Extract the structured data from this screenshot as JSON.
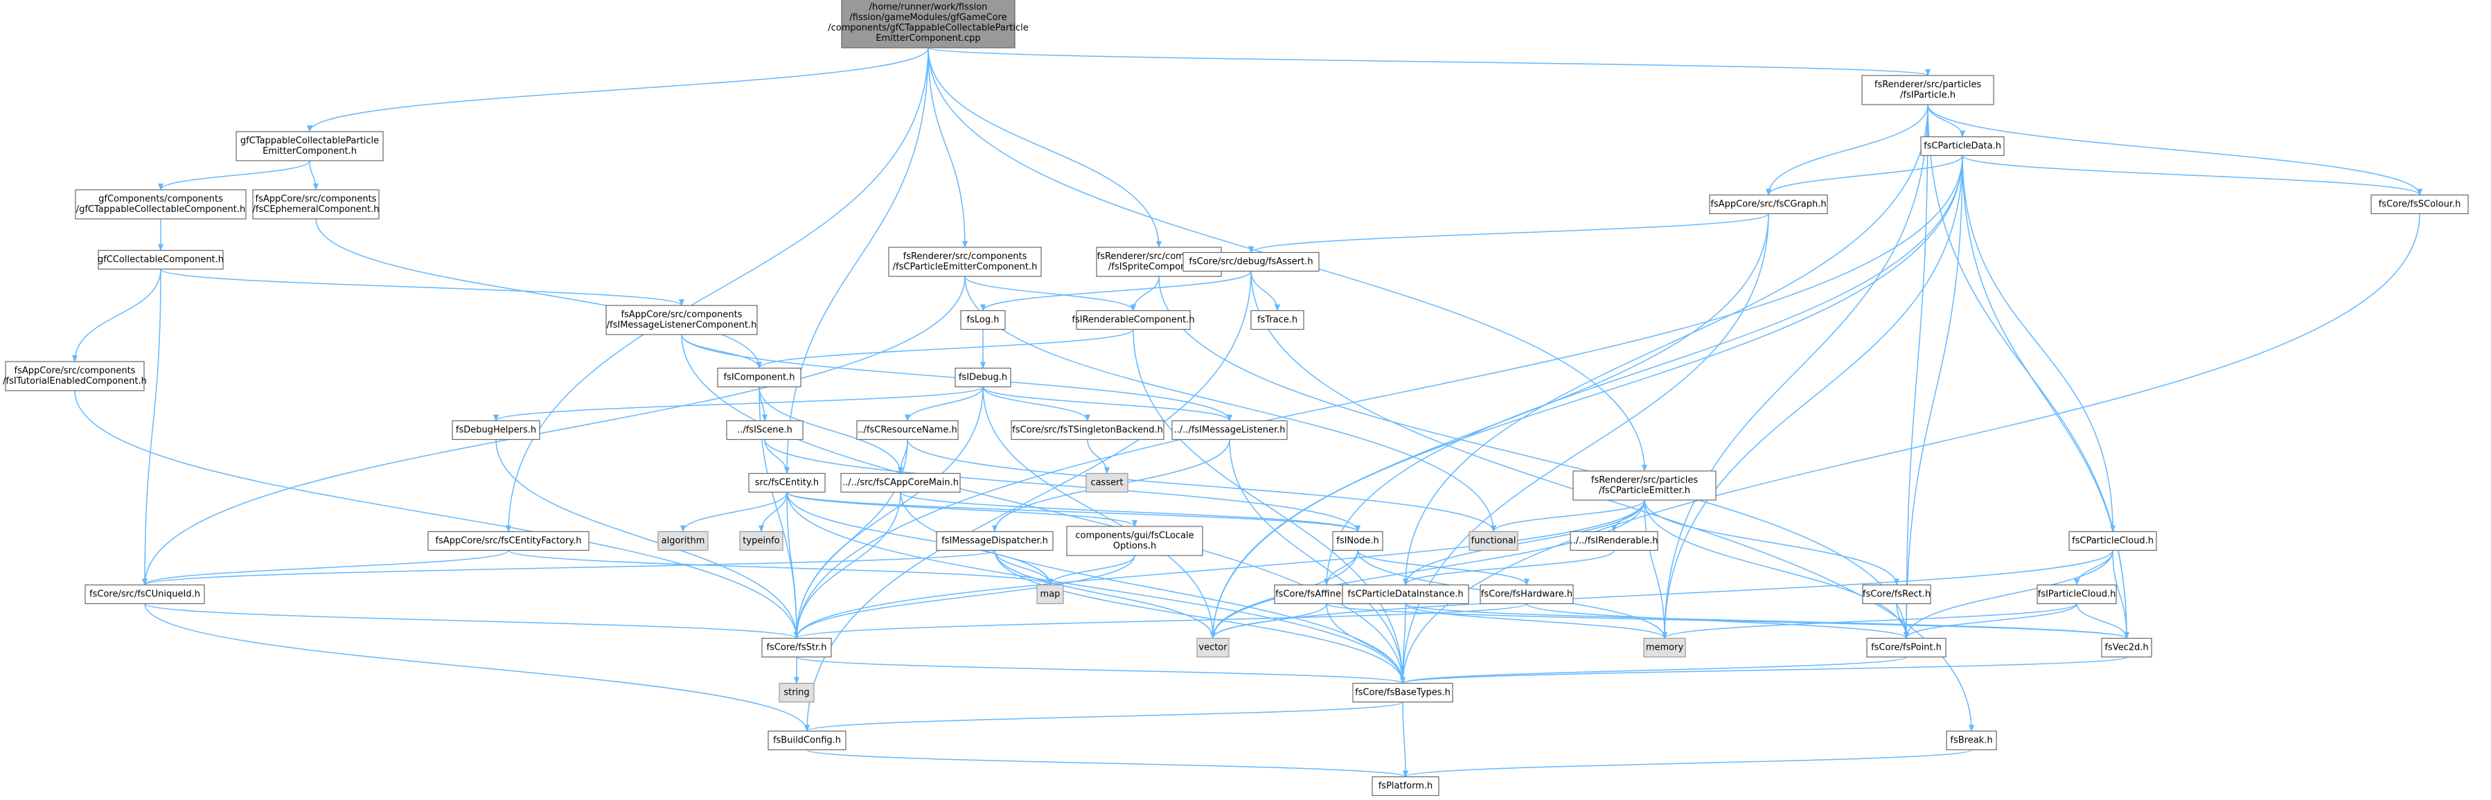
{
  "diagram": {
    "nodes": [
      {
        "id": "root",
        "lines": [
          "/home/runner/work/fission",
          "/fission/gameModules/gfGameCore",
          "/components/gfCTappableCollectableParticle",
          "EmitterComponent.cpp"
        ],
        "style": "root"
      },
      {
        "id": "n_gfctappable_emitter",
        "lines": [
          "gfCTappableCollectableParticle",
          "EmitterComponent.h"
        ]
      },
      {
        "id": "n_gfcomp_tappable",
        "lines": [
          "gfComponents/components",
          "/gfCTappableCollectableComponent.h"
        ]
      },
      {
        "id": "n_fsappcore_ephemeral",
        "lines": [
          "fsAppCore/src/components",
          "/fsCEphemeralComponent.h"
        ]
      },
      {
        "id": "n_gfcollectable",
        "lines": [
          "gfCCollectableComponent.h"
        ]
      },
      {
        "id": "n_fstutorial",
        "lines": [
          "fsAppCore/src/components",
          "/fsITutorialEnabledComponent.h"
        ]
      },
      {
        "id": "n_fsmsglistenercomp",
        "lines": [
          "fsAppCore/src/components",
          "/fsIMessageListenerComponent.h"
        ]
      },
      {
        "id": "n_fsparticleemittercomp",
        "lines": [
          "fsRenderer/src/components",
          "/fsCParticleEmitterComponent.h"
        ]
      },
      {
        "id": "n_fsspritecomp",
        "lines": [
          "fsRenderer/src/components",
          "/fsISpriteComponent.h"
        ]
      },
      {
        "id": "n_fsparticle",
        "lines": [
          "fsRenderer/src/particles",
          "/fsIParticle.h"
        ]
      },
      {
        "id": "n_fscparticledata",
        "lines": [
          "fsCParticleData.h"
        ]
      },
      {
        "id": "n_fscgraph",
        "lines": [
          "fsAppCore/src/fsCGraph.h"
        ]
      },
      {
        "id": "n_fsscolour",
        "lines": [
          "fsCore/fsSColour.h"
        ]
      },
      {
        "id": "n_fsassert",
        "lines": [
          "fsCore/src/debug/fsAssert.h"
        ]
      },
      {
        "id": "n_fslog",
        "lines": [
          "fsLog.h"
        ]
      },
      {
        "id": "n_fstrace",
        "lines": [
          "fsTrace.h"
        ]
      },
      {
        "id": "n_fsirenderablecomp",
        "lines": [
          "fsIRenderableComponent.h"
        ]
      },
      {
        "id": "n_fsicomponent",
        "lines": [
          "fsIComponent.h"
        ]
      },
      {
        "id": "n_fsidebug",
        "lines": [
          "fsIDebug.h"
        ]
      },
      {
        "id": "n_fsdebughelpers",
        "lines": [
          "fsDebugHelpers.h"
        ]
      },
      {
        "id": "n_fsiscene",
        "lines": [
          "../fsIScene.h"
        ]
      },
      {
        "id": "n_fscresourcename",
        "lines": [
          "../fsCResourceName.h"
        ]
      },
      {
        "id": "n_fstsingleton",
        "lines": [
          "fsCore/src/fsTSingletonBackend.h"
        ]
      },
      {
        "id": "n_fsimessagelistener",
        "lines": [
          "../../fsIMessageListener.h"
        ]
      },
      {
        "id": "n_cassert",
        "lines": [
          "cassert"
        ],
        "style": "gray"
      },
      {
        "id": "n_fscentity",
        "lines": [
          "src/fsCEntity.h"
        ]
      },
      {
        "id": "n_fscappcoremain",
        "lines": [
          "../../src/fsCAppCoreMain.h"
        ]
      },
      {
        "id": "n_fsparticleemitter",
        "lines": [
          "fsRenderer/src/particles",
          "/fsCParticleEmitter.h"
        ]
      },
      {
        "id": "n_fsirenderable",
        "lines": [
          "../../fsIRenderable.h"
        ]
      },
      {
        "id": "n_functional",
        "lines": [
          "functional"
        ],
        "style": "gray"
      },
      {
        "id": "n_algorithm",
        "lines": [
          "algorithm"
        ],
        "style": "gray"
      },
      {
        "id": "n_typeinfo",
        "lines": [
          "typeinfo"
        ],
        "style": "gray"
      },
      {
        "id": "n_fscentityfactory",
        "lines": [
          "fsAppCore/src/fsCEntityFactory.h"
        ]
      },
      {
        "id": "n_fsmessagedispatcher",
        "lines": [
          "fsIMessageDispatcher.h"
        ]
      },
      {
        "id": "n_localeoptions",
        "lines": [
          "components/gui/fsCLocale",
          "Options.h"
        ]
      },
      {
        "id": "n_fsnode",
        "lines": [
          "fsINode.h"
        ]
      },
      {
        "id": "n_fscparticlecloud",
        "lines": [
          "fsCParticleCloud.h"
        ]
      },
      {
        "id": "n_fsiparticlecloud",
        "lines": [
          "fsIParticleCloud.h"
        ]
      },
      {
        "id": "n_fscuniqueid",
        "lines": [
          "fsCore/src/fsCUniqueId.h"
        ]
      },
      {
        "id": "n_map",
        "lines": [
          "map"
        ],
        "style": "gray"
      },
      {
        "id": "n_fsaffinemtx",
        "lines": [
          "fsCore/fsAffineMtx2d.h"
        ]
      },
      {
        "id": "n_fsparticledatainst",
        "lines": [
          "fsCParticleDataInstance.h"
        ]
      },
      {
        "id": "n_fshardware",
        "lines": [
          "fsCore/fsHardware.h"
        ]
      },
      {
        "id": "n_fsrect",
        "lines": [
          "fsCore/fsRect.h"
        ]
      },
      {
        "id": "n_vector",
        "lines": [
          "vector"
        ],
        "style": "gray"
      },
      {
        "id": "n_memory",
        "lines": [
          "memory"
        ],
        "style": "gray"
      },
      {
        "id": "n_fsvec2d",
        "lines": [
          "fsVec2d.h"
        ]
      },
      {
        "id": "n_fspoint",
        "lines": [
          "fsCore/fsPoint.h"
        ]
      },
      {
        "id": "n_fsstr",
        "lines": [
          "fsCore/fsStr.h"
        ]
      },
      {
        "id": "n_string",
        "lines": [
          "string"
        ],
        "style": "gray"
      },
      {
        "id": "n_fsbasetypes",
        "lines": [
          "fsCore/fsBaseTypes.h"
        ]
      },
      {
        "id": "n_fsbuildconfig",
        "lines": [
          "fsBuildConfig.h"
        ]
      },
      {
        "id": "n_fsbreak",
        "lines": [
          "fsBreak.h"
        ]
      },
      {
        "id": "n_fsplatform",
        "lines": [
          "fsPlatform.h"
        ]
      }
    ],
    "edges": [
      [
        "root",
        "n_gfctappable_emitter"
      ],
      [
        "root",
        "n_fsparticleemittercomp"
      ],
      [
        "root",
        "n_fsspritecomp"
      ],
      [
        "root",
        "n_fsparticle"
      ],
      [
        "root",
        "n_fscentity"
      ],
      [
        "root",
        "n_fscentityfactory"
      ],
      [
        "root",
        "n_fsparticleemitter"
      ],
      [
        "n_gfctappable_emitter",
        "n_gfcomp_tappable"
      ],
      [
        "n_gfctappable_emitter",
        "n_fsappcore_ephemeral"
      ],
      [
        "n_gfcomp_tappable",
        "n_gfcollectable"
      ],
      [
        "n_fsappcore_ephemeral",
        "n_fsicomponent"
      ],
      [
        "n_gfcollectable",
        "n_fstutorial"
      ],
      [
        "n_gfcollectable",
        "n_fsmsglistenercomp"
      ],
      [
        "n_gfcollectable",
        "n_fscuniqueid"
      ],
      [
        "n_fstutorial",
        "n_fsstr"
      ],
      [
        "n_fsmsglistenercomp",
        "n_fsicomponent"
      ],
      [
        "n_fsmsglistenercomp",
        "n_fsimessagelistener"
      ],
      [
        "n_fsmsglistenercomp",
        "n_fsbasetypes"
      ],
      [
        "n_fsparticleemittercomp",
        "n_fsirenderablecomp"
      ],
      [
        "n_fsparticleemittercomp",
        "n_fscuniqueid"
      ],
      [
        "n_fsparticleemittercomp",
        "n_functional"
      ],
      [
        "n_fsspritecomp",
        "n_fsirenderablecomp"
      ],
      [
        "n_fsspritecomp",
        "n_fspoint"
      ],
      [
        "n_fsparticle",
        "n_fscparticledata"
      ],
      [
        "n_fsparticle",
        "n_fscgraph"
      ],
      [
        "n_fsparticle",
        "n_fsscolour"
      ],
      [
        "n_fsparticle",
        "n_fsvec2d"
      ],
      [
        "n_fsparticle",
        "n_fspoint"
      ],
      [
        "n_fsparticle",
        "n_memory"
      ],
      [
        "n_fsparticle",
        "n_fsparticledatainst"
      ],
      [
        "n_fscparticledata",
        "n_fscgraph"
      ],
      [
        "n_fscparticledata",
        "n_fsscolour"
      ],
      [
        "n_fscparticledata",
        "n_fscparticlecloud"
      ],
      [
        "n_fscparticledata",
        "n_fsvec2d"
      ],
      [
        "n_fscparticledata",
        "n_fspoint"
      ],
      [
        "n_fscparticledata",
        "n_memory"
      ],
      [
        "n_fscparticledata",
        "n_vector"
      ],
      [
        "n_fscparticledata",
        "n_fsstr"
      ],
      [
        "n_fscparticledata",
        "n_fsaffinemtx"
      ],
      [
        "n_fscgraph",
        "n_fsassert"
      ],
      [
        "n_fscgraph",
        "n_vector"
      ],
      [
        "n_fscgraph",
        "n_fsbasetypes"
      ],
      [
        "n_fsscolour",
        "n_fsbasetypes"
      ],
      [
        "n_fsassert",
        "n_fslog"
      ],
      [
        "n_fsassert",
        "n_fstrace"
      ],
      [
        "n_fsassert",
        "n_fsbreak"
      ],
      [
        "n_fsassert",
        "n_fsbuildconfig"
      ],
      [
        "n_fslog",
        "n_fsidebug"
      ],
      [
        "n_fsirenderablecomp",
        "n_fsicomponent"
      ],
      [
        "n_fsirenderablecomp",
        "n_fsbasetypes"
      ],
      [
        "n_fsicomponent",
        "n_fsiscene"
      ],
      [
        "n_fsicomponent",
        "n_fscappcoremain"
      ],
      [
        "n_fsicomponent",
        "n_fsstr"
      ],
      [
        "n_fsidebug",
        "n_fsdebughelpers"
      ],
      [
        "n_fsidebug",
        "n_fscresourcename"
      ],
      [
        "n_fsidebug",
        "n_fstsingleton"
      ],
      [
        "n_fsidebug",
        "n_fsimessagelistener"
      ],
      [
        "n_fsidebug",
        "n_fsstr"
      ],
      [
        "n_fsidebug",
        "n_vector"
      ],
      [
        "n_fsdebughelpers",
        "n_fsstr"
      ],
      [
        "n_fsiscene",
        "n_fscentity"
      ],
      [
        "n_fsiscene",
        "n_fsnode"
      ],
      [
        "n_fscresourcename",
        "n_fscappcoremain"
      ],
      [
        "n_fscresourcename",
        "n_fsstr"
      ],
      [
        "n_fscresourcename",
        "n_functional"
      ],
      [
        "n_fstsingleton",
        "n_cassert"
      ],
      [
        "n_fsimessagelistener",
        "n_fsmessagedispatcher"
      ],
      [
        "n_fsimessagelistener",
        "n_fsbasetypes"
      ],
      [
        "n_fscentity",
        "n_algorithm"
      ],
      [
        "n_fscentity",
        "n_typeinfo"
      ],
      [
        "n_fscentity",
        "n_map"
      ],
      [
        "n_fscentity",
        "n_localeoptions"
      ],
      [
        "n_fscentity",
        "n_fsnode"
      ],
      [
        "n_fscentity",
        "n_fsstr"
      ],
      [
        "n_fscentity",
        "n_fsbasetypes"
      ],
      [
        "n_fscappcoremain",
        "n_fsnode"
      ],
      [
        "n_fscappcoremain",
        "n_fsstr"
      ],
      [
        "n_fscappcoremain",
        "n_fsbasetypes"
      ],
      [
        "n_fsparticleemitter",
        "n_fsirenderable"
      ],
      [
        "n_fsparticleemitter",
        "n_functional"
      ],
      [
        "n_fsparticleemitter",
        "n_fsparticledatainst"
      ],
      [
        "n_fsparticleemitter",
        "n_fsrect"
      ],
      [
        "n_fsparticleemitter",
        "n_fspoint"
      ],
      [
        "n_fsparticleemitter",
        "n_memory"
      ],
      [
        "n_fsparticleemitter",
        "n_vector"
      ],
      [
        "n_fsparticleemitter",
        "n_fsstr"
      ],
      [
        "n_fsirenderable",
        "n_fsparticledatainst"
      ],
      [
        "n_fscentityfactory",
        "n_fscuniqueid"
      ],
      [
        "n_fscentityfactory",
        "n_map"
      ],
      [
        "n_fsmessagedispatcher",
        "n_map"
      ],
      [
        "n_fsmessagedispatcher",
        "n_vector"
      ],
      [
        "n_fsmessagedispatcher",
        "n_fscuniqueid"
      ],
      [
        "n_fsmessagedispatcher",
        "n_fsbasetypes"
      ],
      [
        "n_localeoptions",
        "n_map"
      ],
      [
        "n_localeoptions",
        "n_fsstr"
      ],
      [
        "n_fsnode",
        "n_fsaffinemtx"
      ],
      [
        "n_fsnode",
        "n_fshardware"
      ],
      [
        "n_fsnode",
        "n_memory"
      ],
      [
        "n_fsnode",
        "n_vector"
      ],
      [
        "n_fscparticlecloud",
        "n_fsiparticlecloud"
      ],
      [
        "n_fscparticlecloud",
        "n_fsvec2d"
      ],
      [
        "n_fscparticlecloud",
        "n_fspoint"
      ],
      [
        "n_fscparticlecloud",
        "n_vector"
      ],
      [
        "n_fsiparticlecloud",
        "n_fspoint"
      ],
      [
        "n_fsiparticlecloud",
        "n_fsvec2d"
      ],
      [
        "n_fsiparticlecloud",
        "n_memory"
      ],
      [
        "n_fscuniqueid",
        "n_fsstr"
      ],
      [
        "n_fscuniqueid",
        "n_fsbuildconfig"
      ],
      [
        "n_fsaffinemtx",
        "n_fsvec2d"
      ],
      [
        "n_fsaffinemtx",
        "n_fsbasetypes"
      ],
      [
        "n_fsaffinemtx",
        "n_vector"
      ],
      [
        "n_fsparticledatainst",
        "n_fsvec2d"
      ],
      [
        "n_fsparticledatainst",
        "n_fsbasetypes"
      ],
      [
        "n_fsparticledatainst",
        "n_memory"
      ],
      [
        "n_fshardware",
        "n_fspoint"
      ],
      [
        "n_fshardware",
        "n_fsstr"
      ],
      [
        "n_fsrect",
        "n_fspoint"
      ],
      [
        "n_fsvec2d",
        "n_fsbasetypes"
      ],
      [
        "n_fspoint",
        "n_fsbasetypes"
      ],
      [
        "n_fsstr",
        "n_string"
      ],
      [
        "n_fsstr",
        "n_fsbasetypes"
      ],
      [
        "n_fsbasetypes",
        "n_fsbuildconfig"
      ],
      [
        "n_fsbasetypes",
        "n_fsplatform"
      ],
      [
        "n_fsbuildconfig",
        "n_fsplatform"
      ],
      [
        "n_fsbreak",
        "n_fsplatform"
      ]
    ]
  }
}
